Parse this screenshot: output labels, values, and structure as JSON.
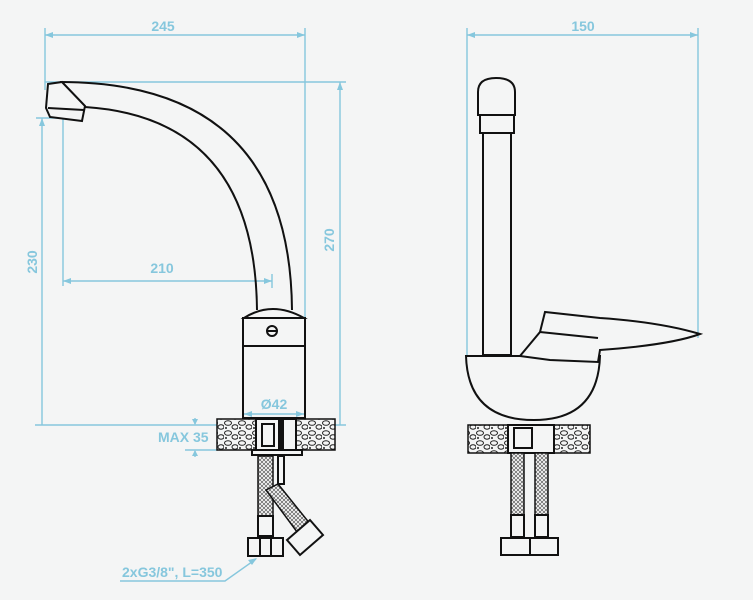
{
  "dimensions": {
    "width_total": "245",
    "height_total": "270",
    "spout_height": "230",
    "spout_reach": "210",
    "body_diameter": "Ø42",
    "max_counter": "MAX 35",
    "hoses": "2xG3/8\", L=350",
    "side_width": "150"
  },
  "colors": {
    "dimension": "#86c7dd",
    "outline": "#111111"
  }
}
